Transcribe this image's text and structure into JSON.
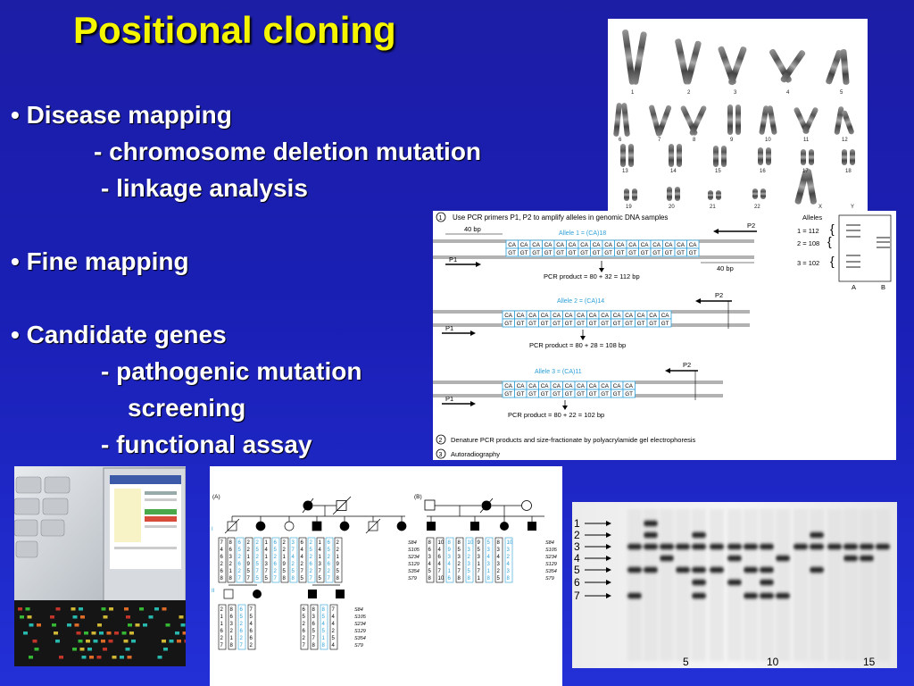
{
  "title": "Positional cloning",
  "bullets": {
    "disease_mapping": "• Disease mapping",
    "deletion": "- chromosome deletion mutation",
    "linkage": "- linkage analysis",
    "fine_mapping": "• Fine mapping",
    "candidate_genes": "• Candidate genes",
    "pathogenic": "- pathogenic mutation",
    "screening": "screening",
    "functional": "- functional assay"
  },
  "karyotype": {
    "row1": [
      "1",
      "2",
      "3",
      "4",
      "5"
    ],
    "row2": [
      "6",
      "7",
      "8",
      "9",
      "10",
      "11",
      "12"
    ],
    "row3": [
      "13",
      "14",
      "15",
      "16",
      "17",
      "18"
    ],
    "row4": [
      "19",
      "20",
      "21",
      "22",
      "X",
      "Y"
    ]
  },
  "pcr": {
    "step1": "Use PCR primers P1, P2 to amplify alleles in genomic DNA samples",
    "step1_num": "1",
    "bp_left": "40 bp",
    "bp_right": "40 bp",
    "allele1": "Allele 1 = (CA)18",
    "allele2": "Allele 2 = (CA)14",
    "allele3": "Allele 3 = (CA)11",
    "product1": "PCR product = 80 + 32 = 112 bp",
    "product2": "PCR product = 80 + 28 = 108 bp",
    "product3": "PCR product = 80 + 22 = 102 bp",
    "p1": "P1",
    "p2": "P2",
    "ca": "CA",
    "gt": "GT",
    "alleles_header": "Alleles",
    "a1": "1 = 112",
    "a2": "2 = 108",
    "a3": "3 = 102",
    "lane_a": "A",
    "lane_b": "B",
    "step2_num": "2",
    "step2": "Denature PCR products and size-fractionate by polyacrylamide gel electrophoresis",
    "step3_num": "3",
    "step3": "Autoradiography"
  },
  "pedigree": {
    "panel_a": "(A)",
    "panel_b": "(B)",
    "markers": [
      "S84",
      "S105",
      "S234",
      "S129",
      "S354",
      "S79"
    ],
    "gen_i": "I",
    "gen_ii": "II",
    "gen_iii": "III",
    "a_gen2_cols": [
      {
        "id": "1",
        "vals": "7 4 6 2 6 8"
      },
      {
        "id": "",
        "vals": "8 6 3 2 1 8"
      },
      {
        "id": "2",
        "vals": "6 5 2 6 2 7"
      },
      {
        "id": "",
        "vals": "2 2 1 9 5 7"
      },
      {
        "id": "3",
        "vals": "2 5 2 5 7 5"
      },
      {
        "id": "",
        "vals": "1 4 1 3 7 5"
      },
      {
        "id": "4",
        "vals": "6 5 2 6 2 7"
      },
      {
        "id": "",
        "vals": "2 2 1 9 5 8"
      },
      {
        "id": "5",
        "vals": "3 7 4 2 5 8"
      },
      {
        "id": "",
        "vals": "6 4 4 2 7 5"
      },
      {
        "id": "6",
        "vals": "2 5 2 6 2 7"
      },
      {
        "id": "",
        "vals": "1 4 1 3 7 5"
      },
      {
        "id": "7",
        "vals": "6 5 2 6 2 7"
      },
      {
        "id": "",
        "vals": "2 2 1 9 5 8"
      }
    ],
    "a_gen3_cols": [
      {
        "id": "1",
        "vals": "2 1 1 6 2 7"
      },
      {
        "id": "",
        "vals": "8 6 3 2 1 8"
      },
      {
        "id": "2",
        "vals": "6 5 2 6 2 7"
      },
      {
        "id": "",
        "vals": "7 5 4 6 6 2"
      }
    ],
    "b_gen2_cols": [
      {
        "id": "1",
        "vals": "8 6 3 4 5 8"
      },
      {
        "id": "",
        "vals": "10 4 6 4 7 10"
      },
      {
        "id": "2",
        "vals": "8 9 3 4 1 6"
      },
      {
        "id": "",
        "vals": "8 5 3 2 7 8"
      },
      {
        "id": "3",
        "vals": "10 3 2 3 5 8"
      },
      {
        "id": "",
        "vals": "9 5 3 1 7 1"
      },
      {
        "id": "4",
        "vals": "5 3 4 3 1 8"
      },
      {
        "id": "",
        "vals": "8 3 4 3 2 5"
      },
      {
        "id": "",
        "vals": "10 3 2 4 3 8"
      }
    ],
    "b_gen3_cols": [
      {
        "id": "1",
        "vals": "6 5 2 6 2 7"
      },
      {
        "id": "",
        "vals": "8 3 6 5 7 8"
      },
      {
        "id": "2",
        "vals": "8 5 4 5 1 8"
      },
      {
        "id": "",
        "vals": "7 4 4 2 5 4"
      }
    ]
  },
  "gel": {
    "bands": [
      "1",
      "2",
      "3",
      "4",
      "5",
      "6",
      "7"
    ],
    "lanes": [
      "5",
      "10",
      "15"
    ]
  },
  "colors": {
    "title": "#f5f500",
    "text": "#ffffff",
    "background": "#1c1ea6",
    "ca_box": "#2b9fd6",
    "affected": "#000000"
  }
}
